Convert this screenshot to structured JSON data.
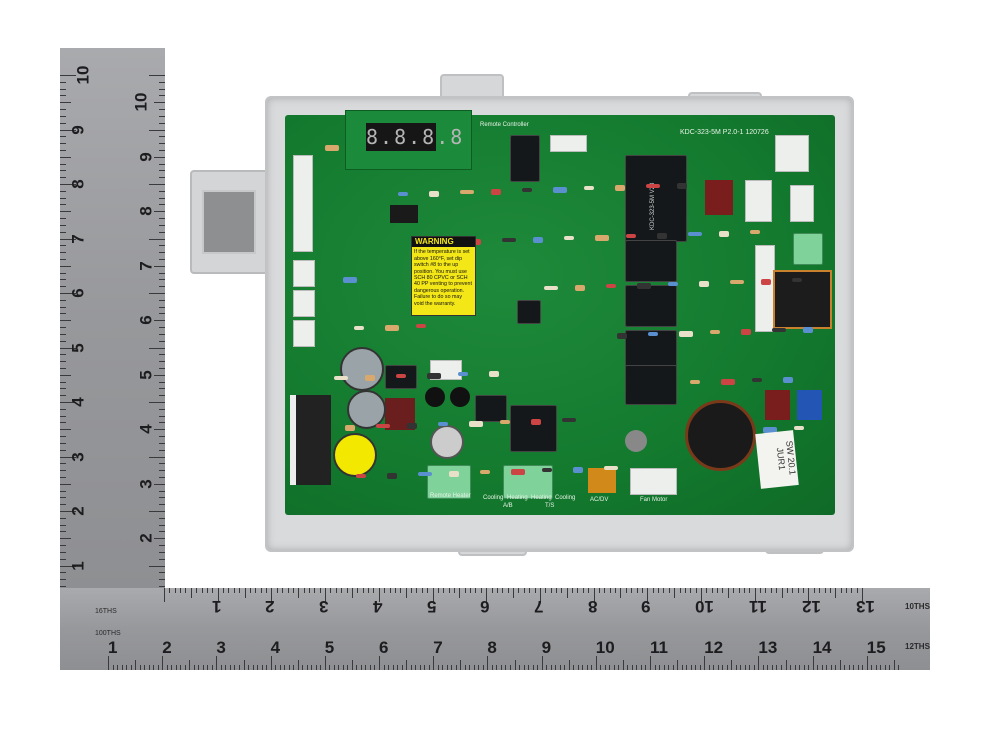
{
  "rulers": {
    "vertical_numbers": [
      "1",
      "2",
      "3",
      "4",
      "5",
      "6",
      "7",
      "8",
      "9",
      "10"
    ],
    "horizontal_top_numbers": [
      "1",
      "2",
      "3",
      "4",
      "5",
      "6",
      "7",
      "8",
      "9",
      "10",
      "11",
      "12",
      "13"
    ],
    "horizontal_bottom_numbers": [
      "1",
      "2",
      "3",
      "4",
      "5",
      "6",
      "7",
      "8",
      "9",
      "10",
      "11",
      "12",
      "13",
      "14",
      "15"
    ],
    "unit_top": "10THS",
    "unit_bottom": "12THS",
    "small_label_left": "16THS",
    "small_label_left2": "100THS"
  },
  "board": {
    "part_label": "KDC-323-5M P2.0-1 120726",
    "relay_label": "KDC-323-5M V23",
    "section_label": "Remote Controller",
    "display_digits": "8.8.8.8",
    "warning_title": "WARNING",
    "warning_text": "If the temperature is set above 160°F, set dip switch #8 to the up position. You must use SCH 80 CPVC or SCH 40 PP venting to prevent dangerous operation. Failure to do so may void the warranty.",
    "terminal_labels": [
      "Remote Heater",
      "Cooling",
      "Heating",
      "Heating",
      "Cooling",
      "A/B",
      "T/S",
      "AC/DV",
      "Fan Motor"
    ],
    "sticker_text": "SW 20.1 JUR1"
  }
}
